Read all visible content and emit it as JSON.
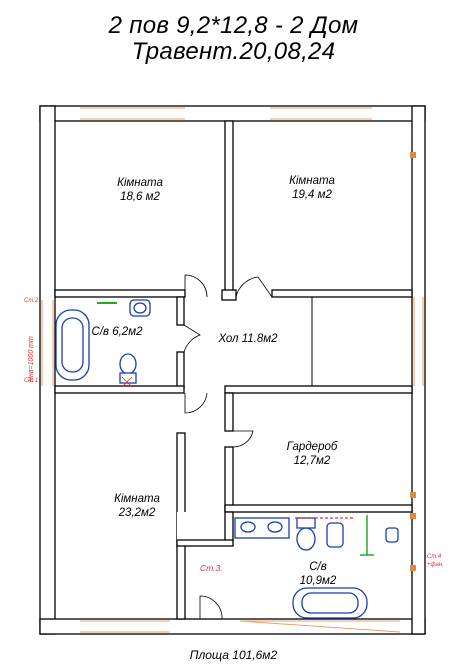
{
  "header": {
    "line1": "2 пов 9,2*12,8 - 2 Дом",
    "line2": "Травент.20,08,24"
  },
  "rooms": {
    "room1": {
      "name": "Кімната",
      "area": "18,6 м2"
    },
    "room2": {
      "name": "Кімната",
      "area": "19,4 м2"
    },
    "bath_small": {
      "name": "С/в 6,2м2"
    },
    "hall": {
      "name": "Хол 11.8м2"
    },
    "wardrobe": {
      "name": "Гардероб",
      "area": "12,7м2"
    },
    "room3": {
      "name": "Кімната",
      "area": "23,2м2"
    },
    "bath_big": {
      "name": "С/в",
      "area": "10,9м2"
    }
  },
  "annotations": {
    "st1": "Ст.1",
    "st2": "Ст.2",
    "st3": "Ст.3.",
    "st4a": "Ст.4",
    "st4b": "+фан.",
    "height": "Ннв=1000 mm"
  },
  "footer": {
    "total_area": "Площа 101,6м2"
  }
}
